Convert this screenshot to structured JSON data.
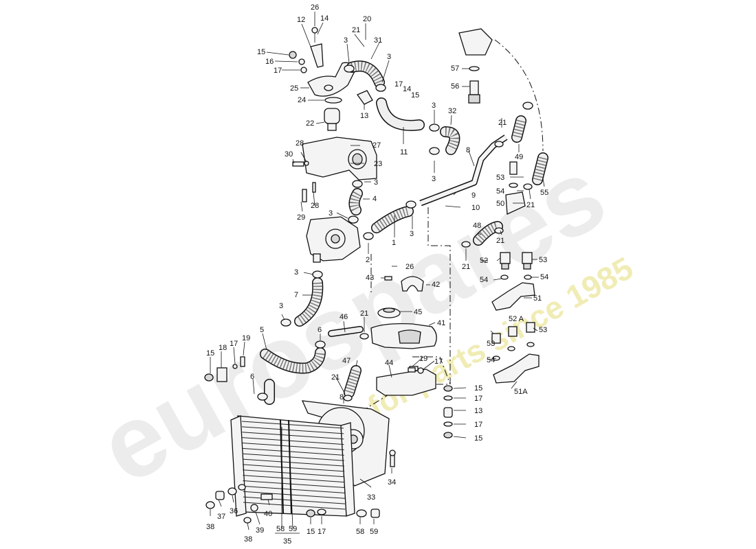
{
  "watermark": {
    "brand": "eurospares",
    "tagline": "a passion for parts since 1985"
  },
  "callouts": [
    {
      "id": "c1",
      "text": "26"
    },
    {
      "id": "c2",
      "text": "12"
    },
    {
      "id": "c3",
      "text": "14"
    },
    {
      "id": "c4",
      "text": "20"
    },
    {
      "id": "c5",
      "text": "21"
    },
    {
      "id": "c6",
      "text": "31"
    },
    {
      "id": "c7",
      "text": "3"
    },
    {
      "id": "c8",
      "text": "15"
    },
    {
      "id": "c9",
      "text": "16"
    },
    {
      "id": "c10",
      "text": "17"
    },
    {
      "id": "c11",
      "text": "3"
    },
    {
      "id": "c12",
      "text": "25"
    },
    {
      "id": "c13",
      "text": "24"
    },
    {
      "id": "c14",
      "text": "17"
    },
    {
      "id": "c15",
      "text": "14"
    },
    {
      "id": "c16",
      "text": "15"
    },
    {
      "id": "c17",
      "text": "13"
    },
    {
      "id": "c18",
      "text": "22"
    },
    {
      "id": "c19",
      "text": "3"
    },
    {
      "id": "c20",
      "text": "32"
    },
    {
      "id": "c21",
      "text": "57"
    },
    {
      "id": "c22",
      "text": "56"
    },
    {
      "id": "c23",
      "text": "11"
    },
    {
      "id": "c24",
      "text": "28"
    },
    {
      "id": "c25",
      "text": "27"
    },
    {
      "id": "c26",
      "text": "30"
    },
    {
      "id": "c27",
      "text": "23"
    },
    {
      "id": "c28",
      "text": "3"
    },
    {
      "id": "c29",
      "text": "3"
    },
    {
      "id": "c30",
      "text": "8"
    },
    {
      "id": "c31",
      "text": "21"
    },
    {
      "id": "c32",
      "text": "49"
    },
    {
      "id": "c33",
      "text": "4"
    },
    {
      "id": "c34",
      "text": "28"
    },
    {
      "id": "c35",
      "text": "29"
    },
    {
      "id": "c36",
      "text": "53"
    },
    {
      "id": "c37",
      "text": "54"
    },
    {
      "id": "c38",
      "text": "50"
    },
    {
      "id": "c39",
      "text": "21"
    },
    {
      "id": "c40",
      "text": "55"
    },
    {
      "id": "c41",
      "text": "9"
    },
    {
      "id": "c42",
      "text": "10"
    },
    {
      "id": "c43",
      "text": "3"
    },
    {
      "id": "c44",
      "text": "3"
    },
    {
      "id": "c45",
      "text": "1"
    },
    {
      "id": "c46",
      "text": "2"
    },
    {
      "id": "c47",
      "text": "48"
    },
    {
      "id": "c48",
      "text": "21"
    },
    {
      "id": "c49",
      "text": "21"
    },
    {
      "id": "c50",
      "text": "26"
    },
    {
      "id": "c51",
      "text": "3"
    },
    {
      "id": "c52",
      "text": "52"
    },
    {
      "id": "c53",
      "text": "53"
    },
    {
      "id": "c54",
      "text": "54"
    },
    {
      "id": "c55",
      "text": "54"
    },
    {
      "id": "c56",
      "text": "43"
    },
    {
      "id": "c57",
      "text": "42"
    },
    {
      "id": "c58",
      "text": "7"
    },
    {
      "id": "c59",
      "text": "51"
    },
    {
      "id": "c60",
      "text": "3"
    },
    {
      "id": "c61",
      "text": "46"
    },
    {
      "id": "c62",
      "text": "21"
    },
    {
      "id": "c63",
      "text": "45"
    },
    {
      "id": "c64",
      "text": "52 A"
    },
    {
      "id": "c65",
      "text": "41"
    },
    {
      "id": "c66",
      "text": "5"
    },
    {
      "id": "c67",
      "text": "6"
    },
    {
      "id": "c68",
      "text": "53"
    },
    {
      "id": "c69",
      "text": "53"
    },
    {
      "id": "c70",
      "text": "18"
    },
    {
      "id": "c71",
      "text": "17"
    },
    {
      "id": "c72",
      "text": "19"
    },
    {
      "id": "c73",
      "text": "15"
    },
    {
      "id": "c74",
      "text": "47"
    },
    {
      "id": "c75",
      "text": "44"
    },
    {
      "id": "c76",
      "text": "19"
    },
    {
      "id": "c77",
      "text": "17"
    },
    {
      "id": "c78",
      "text": "54"
    },
    {
      "id": "c79",
      "text": "6"
    },
    {
      "id": "c80",
      "text": "21"
    },
    {
      "id": "c81",
      "text": "51A"
    },
    {
      "id": "c82",
      "text": "8"
    },
    {
      "id": "c83",
      "text": "15"
    },
    {
      "id": "c84",
      "text": "17"
    },
    {
      "id": "c85",
      "text": "13"
    },
    {
      "id": "c86",
      "text": "17"
    },
    {
      "id": "c87",
      "text": "15"
    },
    {
      "id": "c88",
      "text": "34"
    },
    {
      "id": "c89",
      "text": "33"
    },
    {
      "id": "c90",
      "text": "37"
    },
    {
      "id": "c91",
      "text": "36"
    },
    {
      "id": "c92",
      "text": "40"
    },
    {
      "id": "c93",
      "text": "38"
    },
    {
      "id": "c94",
      "text": "39"
    },
    {
      "id": "c95",
      "text": "38"
    },
    {
      "id": "c96",
      "text": "58"
    },
    {
      "id": "c97",
      "text": "59"
    },
    {
      "id": "c98",
      "text": "15"
    },
    {
      "id": "c99",
      "text": "17"
    },
    {
      "id": "c100",
      "text": "58"
    },
    {
      "id": "c101",
      "text": "59"
    },
    {
      "id": "c102",
      "text": "35"
    }
  ]
}
